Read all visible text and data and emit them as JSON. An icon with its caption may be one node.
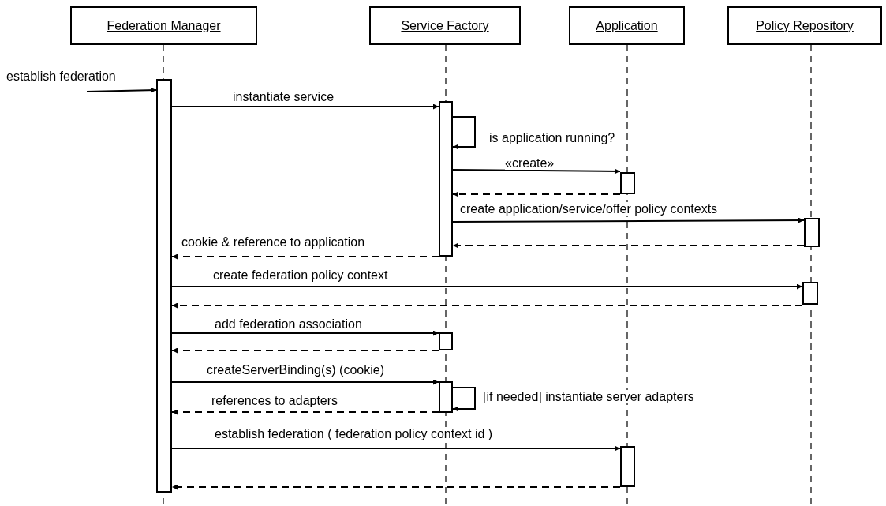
{
  "diagram": {
    "nodes": [
      {
        "text": [
          "Federation Manager"
        ]
      },
      {
        "text": [
          "Service Factory"
        ]
      },
      {
        "text": [
          "Application"
        ]
      },
      {
        "text": [
          "Policy Repository"
        ]
      },
      {
        "text": [],
        "shape": "bar"
      },
      {
        "text": [],
        "shape": "bar"
      },
      {
        "text": [],
        "shape": "bar"
      },
      {
        "text": [],
        "shape": "bar"
      },
      {
        "text": [],
        "shape": "bar"
      },
      {
        "text": [],
        "shape": "bar"
      },
      {
        "text": [],
        "shape": "bar"
      },
      {
        "text": [],
        "shape": "bar"
      }
    ],
    "edges": [
      {
        "from": null,
        "to": 4,
        "arrow": "to",
        "label": "establish federation"
      },
      {
        "from": 4,
        "to": 5,
        "arrow": "to",
        "label": "instantiate service"
      },
      {
        "from": 5,
        "to": 5,
        "arrow": "to",
        "label": "is application running?"
      },
      {
        "from": 5,
        "to": 6,
        "arrow": "to",
        "label": "«create»"
      },
      {
        "from": 6,
        "to": 5,
        "arrow": "to",
        "style": "dashed"
      },
      {
        "from": 5,
        "to": 7,
        "arrow": "to",
        "label": "create application/service/offer policy contexts"
      },
      {
        "from": 7,
        "to": 5,
        "arrow": "to",
        "style": "dashed"
      },
      {
        "from": 5,
        "to": 4,
        "arrow": "to",
        "style": "dashed",
        "label": "cookie & reference to application"
      },
      {
        "from": 4,
        "to": 8,
        "arrow": "to",
        "label": "create federation policy context"
      },
      {
        "from": 8,
        "to": 4,
        "arrow": "to",
        "style": "dashed"
      },
      {
        "from": 4,
        "to": 9,
        "arrow": "to",
        "label": "add federation association"
      },
      {
        "from": 9,
        "to": 4,
        "arrow": "to",
        "style": "dashed"
      },
      {
        "from": 4,
        "to": 10,
        "arrow": "to",
        "label": "createServerBinding(s) (cookie)"
      },
      {
        "from": 10,
        "to": 10,
        "arrow": "to",
        "label": "[if needed] instantiate server adapters"
      },
      {
        "from": 10,
        "to": 4,
        "arrow": "to",
        "style": "dashed",
        "label": "references to adapters"
      },
      {
        "from": 4,
        "to": 11,
        "arrow": "to",
        "label": "establish federation ( federation policy context id )"
      },
      {
        "from": 11,
        "to": 4,
        "arrow": "to",
        "style": "dashed"
      }
    ]
  }
}
